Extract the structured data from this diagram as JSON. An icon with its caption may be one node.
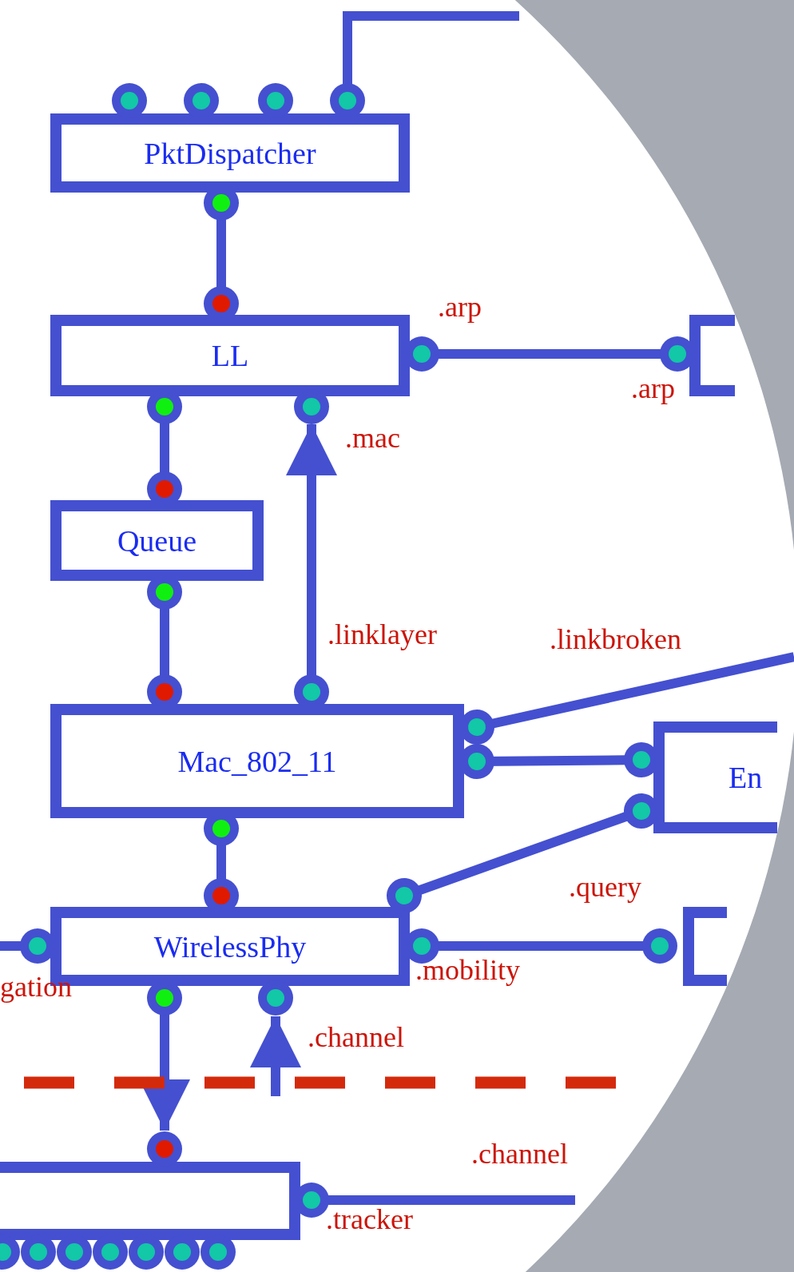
{
  "diagram": {
    "nodes": [
      {
        "text": [
          "PktDispatcher"
        ]
      },
      {
        "text": [
          "LL"
        ],
        "beside": [
          ".arp"
        ]
      },
      {
        "text": [],
        "shape": "box",
        "beside": [
          ".arp"
        ]
      },
      {
        "text": [
          "Queue"
        ]
      },
      {
        "text": [
          "Mac_802_11"
        ]
      },
      {
        "text": [
          "En"
        ]
      },
      {
        "text": [
          "WirelessPhy"
        ]
      },
      {
        "text": [],
        "shape": "box"
      },
      {
        "text": [],
        "shape": "box",
        "beside": [
          ".tracker"
        ]
      }
    ],
    "edges": [
      {
        "from": 0,
        "to": null,
        "arrow": "other"
      },
      {
        "from": 0,
        "to": 1,
        "arrow": "other"
      },
      {
        "from": 1,
        "to": 2,
        "arrow": "other"
      },
      {
        "from": 1,
        "to": 3,
        "arrow": "other"
      },
      {
        "from": 4,
        "to": 1,
        "arrow": "to"
      },
      {
        "from": 3,
        "to": 4,
        "arrow": "other"
      },
      {
        "from": 4,
        "to": null,
        "arrow": "other"
      },
      {
        "from": 4,
        "to": 5,
        "arrow": "other"
      },
      {
        "from": 6,
        "to": 5,
        "arrow": "other"
      },
      {
        "from": 4,
        "to": 6,
        "arrow": "other"
      },
      {
        "from": 6,
        "to": null,
        "arrow": "other"
      },
      {
        "from": 6,
        "to": 7,
        "arrow": "other"
      },
      {
        "from": 6,
        "to": 8,
        "arrow": "to"
      },
      {
        "from": null,
        "to": 6,
        "arrow": "to"
      },
      {
        "from": 8,
        "to": null,
        "arrow": "other"
      }
    ],
    "labels": [
      ".mac",
      ".linklayer",
      ".linkbroken",
      ".query",
      ".mobility",
      "gation",
      ".channel",
      ".channel"
    ]
  }
}
